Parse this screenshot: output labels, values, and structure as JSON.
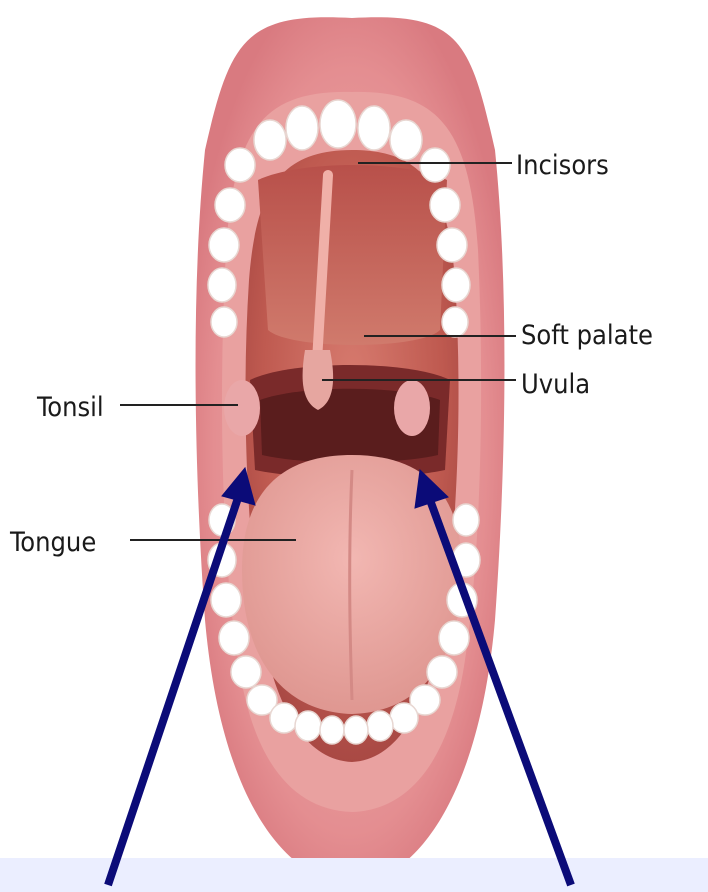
{
  "labels": {
    "incisors": "Incisors",
    "soft_palate": "Soft palate",
    "uvula": "Uvula",
    "tonsil": "Tonsil",
    "tongue": "Tongue"
  },
  "colors": {
    "arrow": "#0b0b78",
    "footer_band": "#ebeeff",
    "lips": "#e48e91",
    "mouth_interior": "#c05c55",
    "teeth": "#ffffff",
    "tongue": "#e8a3a1",
    "leader_line": "#222222"
  },
  "icons": [
    "arrow-to-left-tonsil-icon",
    "arrow-to-right-tonsil-icon"
  ]
}
